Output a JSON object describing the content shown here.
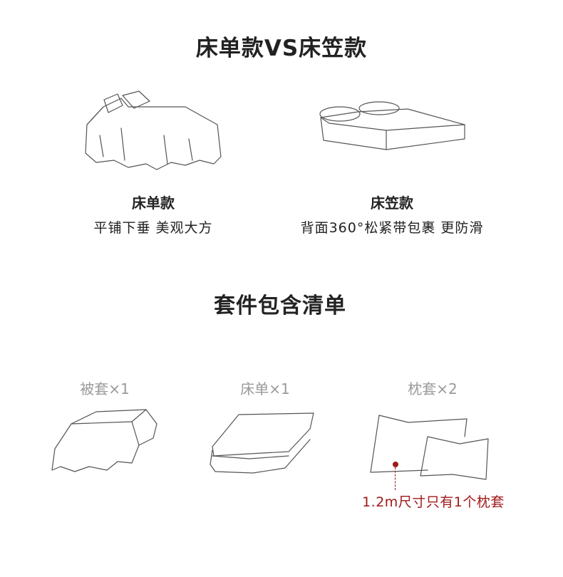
{
  "comparison": {
    "title": "床单款VS床笠款",
    "flat_sheet": {
      "label": "床单款",
      "description": "平铺下垂 美观大方"
    },
    "fitted_sheet": {
      "label": "床笠款",
      "description": "背面360°松紧带包裹 更防滑"
    }
  },
  "package": {
    "title": "套件包含清单",
    "items": [
      {
        "label": "被套×1"
      },
      {
        "label": "床单×1"
      },
      {
        "label": "枕套×2"
      }
    ],
    "note": "1.2m尺寸只有1个枕套",
    "note_color": "#a01818"
  }
}
